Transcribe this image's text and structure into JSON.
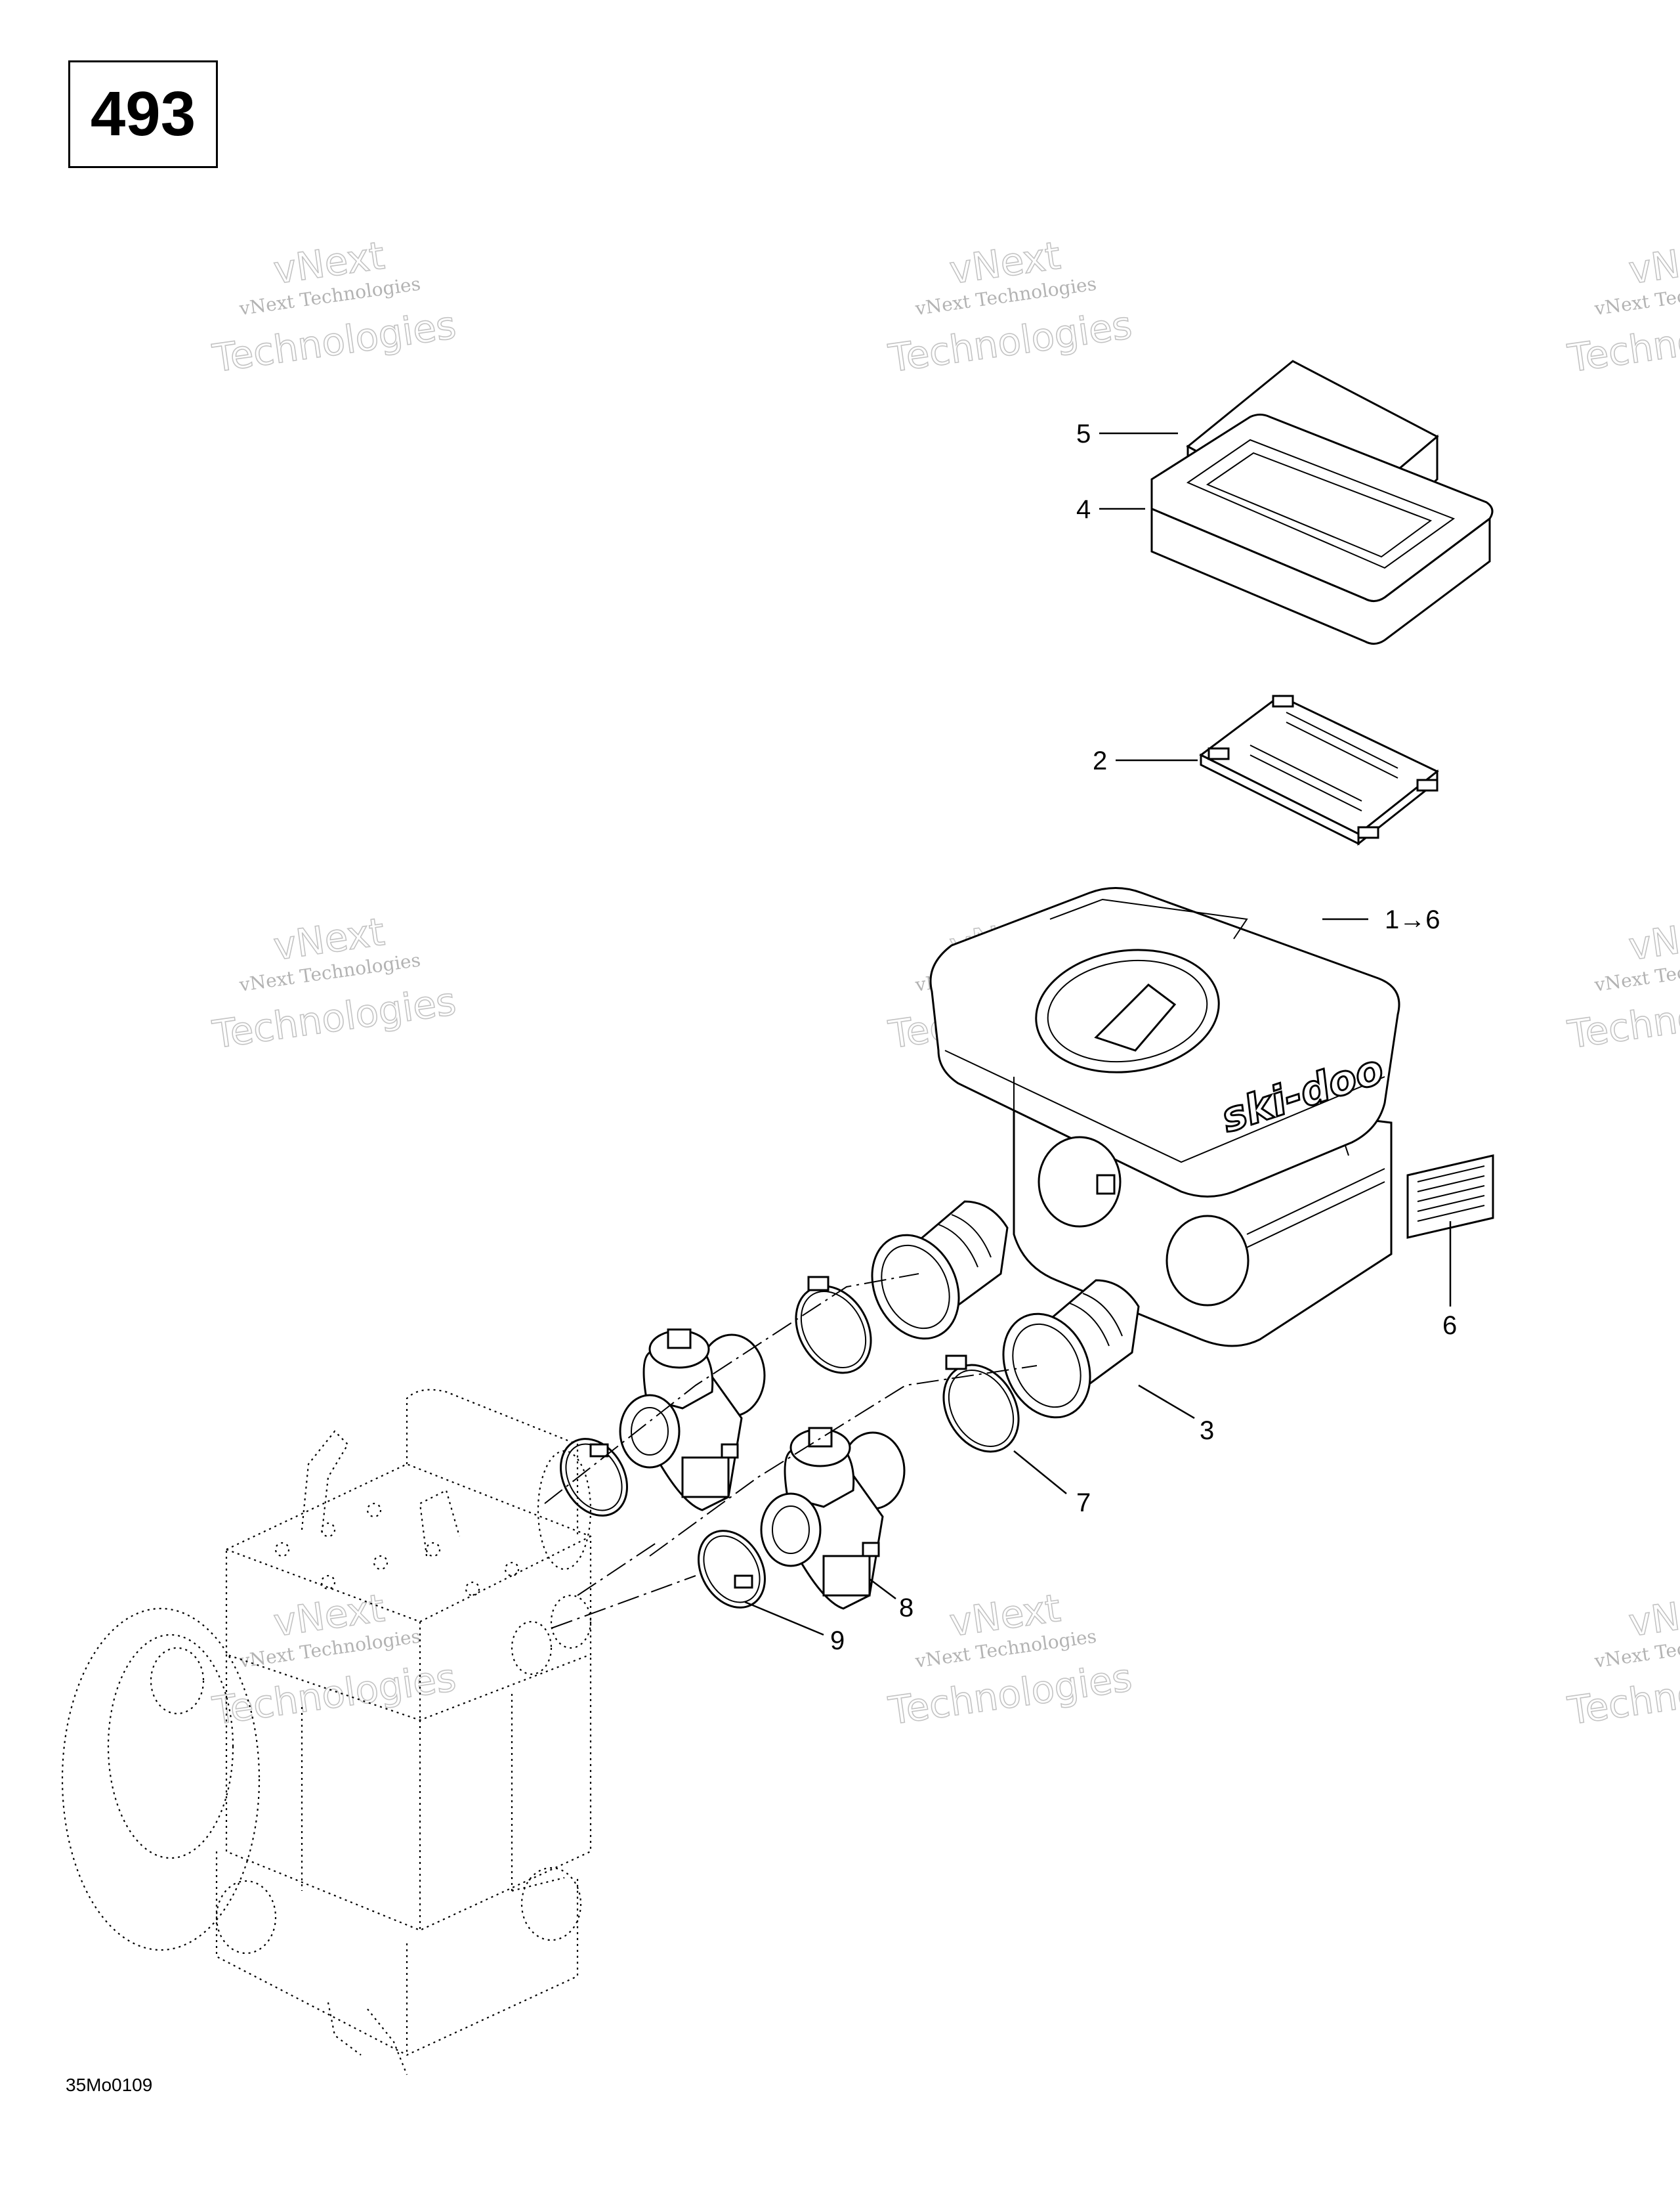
{
  "page_number": "493",
  "figure_code": "35Mo0109",
  "watermark": {
    "line1": "vNext Technologies",
    "line2": "vNext",
    "line3": "Technologies"
  },
  "callouts": {
    "c5": "5",
    "c4": "4",
    "c2": "2",
    "c16": "1→6",
    "c6": "6",
    "c3": "3",
    "c7": "7",
    "c8": "8",
    "c9": "9"
  },
  "parts": {
    "air_box_logo": "ski-doo"
  }
}
